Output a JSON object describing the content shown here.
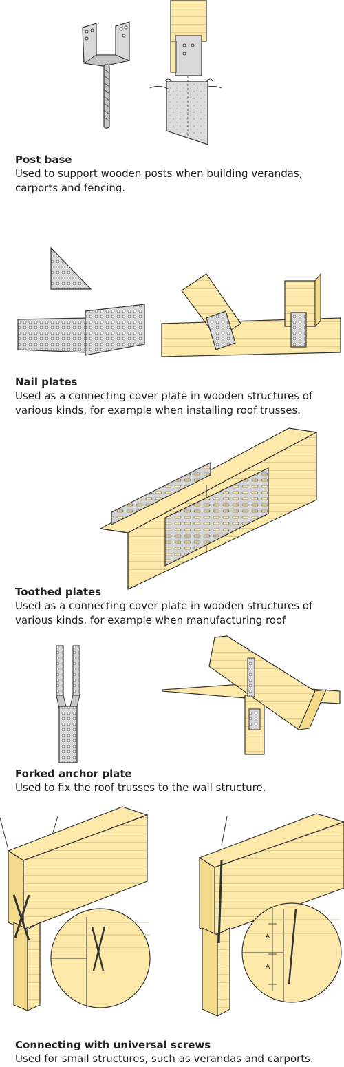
{
  "sections": [
    {
      "title": "Post base",
      "description": "Used to support wooden posts when building verandas, carports and fencing."
    },
    {
      "title": "Nail plates",
      "description": "Used as a connecting cover plate in wooden structures of various kinds, for example when installing roof trusses."
    },
    {
      "title": "Toothed plates",
      "description": "Used as a connecting cover plate in wooden structures of various kinds, for example when manufacturing roof"
    },
    {
      "title": "Forked anchor plate",
      "description": "Used to fix the roof trusses to the wall structure."
    },
    {
      "title": "Connecting with universal screws",
      "description": "Used for small structures, such as verandas and carports."
    }
  ],
  "dimension_labels": {
    "spacing_a": "A"
  },
  "colors": {
    "wood": "#fce8a8",
    "wood_edge": "#3a3a3a",
    "metal": "#d9d9d9",
    "metal_dark": "#b5b5b5",
    "concrete": "#dcdcdc"
  }
}
